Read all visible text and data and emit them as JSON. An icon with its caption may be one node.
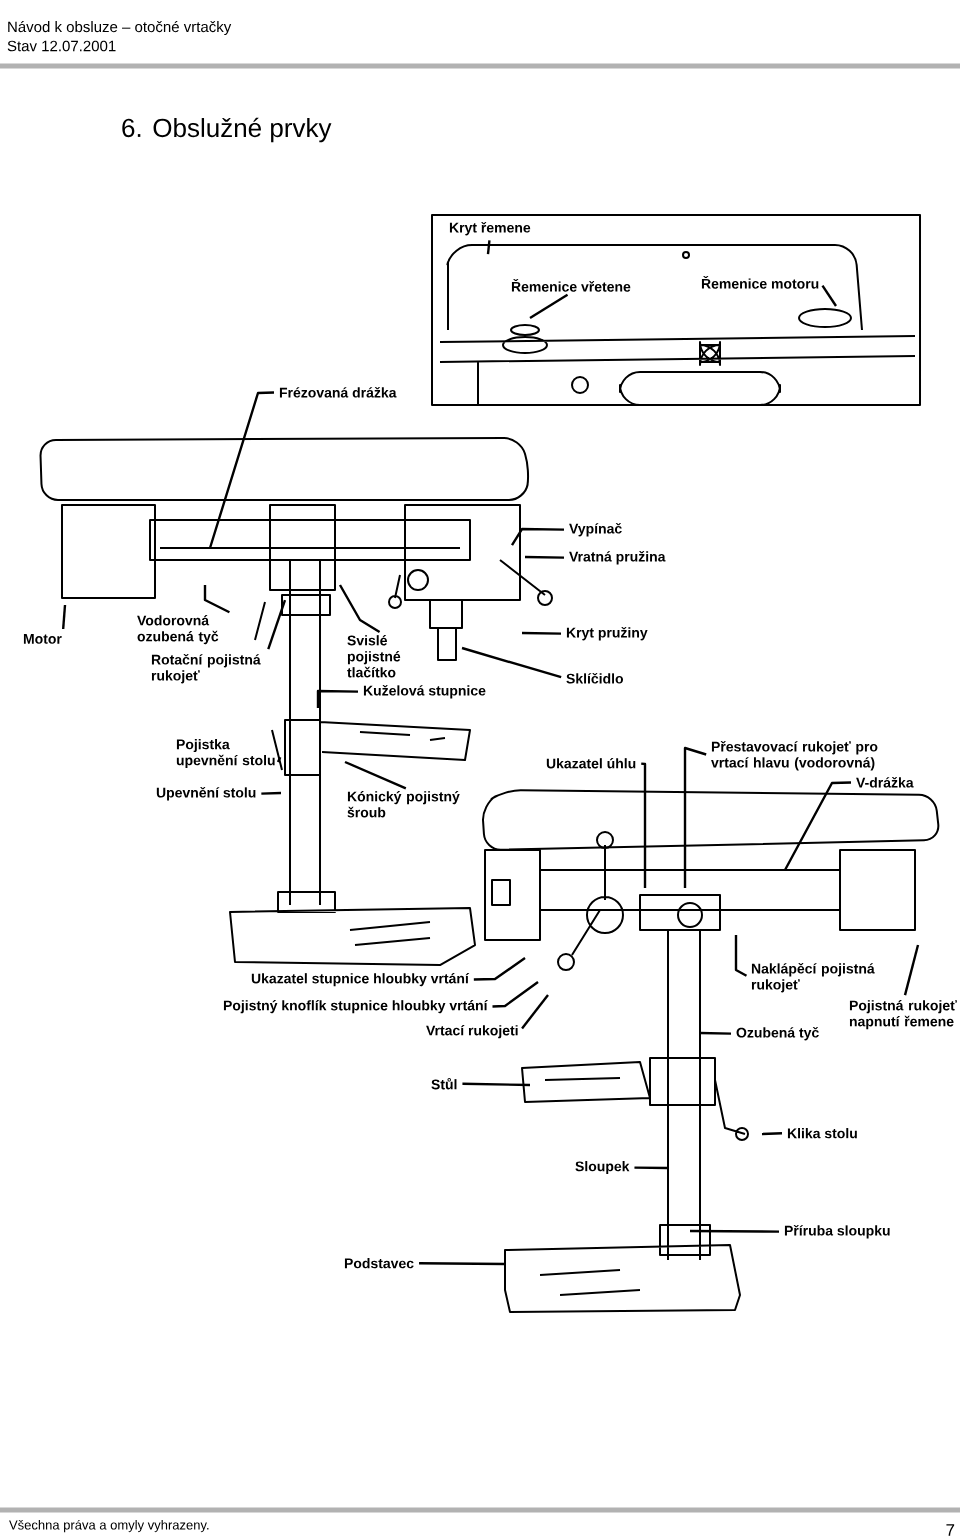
{
  "diagram": {
    "title": "6.  Obslužné prvky",
    "nodes": [
      {
        "text": [
          "Kryt řemene"
        ]
      },
      {
        "text": [
          "Řemenice vřetene"
        ]
      },
      {
        "text": [
          "Řemenice motoru"
        ]
      },
      {
        "text": [
          "Frézovaná drážka"
        ]
      },
      {
        "text": [
          "Vypínač"
        ]
      },
      {
        "text": [
          "Vratná pružina"
        ]
      },
      {
        "text": [
          "Motor"
        ]
      },
      {
        "text": [
          "Vodorovná ozubená tyč"
        ]
      },
      {
        "text": [
          "Rotační pojistná rukojeť"
        ]
      },
      {
        "text": [
          "Svislé pojistné tlačítko"
        ]
      },
      {
        "text": [
          "Kuželová stupnice"
        ]
      },
      {
        "text": [
          "Kryt pružiny"
        ]
      },
      {
        "text": [
          "Sklíčidlo"
        ]
      },
      {
        "text": [
          "Pojistka upevnění stolu"
        ]
      },
      {
        "text": [
          "Upevnění stolu"
        ]
      },
      {
        "text": [
          "Kónický pojistný šroub"
        ]
      },
      {
        "text": [
          "Ukazatel úhlu"
        ]
      },
      {
        "text": [
          "Přestavovací rukojeť pro vrtací hlavu (vodorovná)"
        ]
      },
      {
        "text": [
          "V-drážka"
        ]
      },
      {
        "text": [
          "Ukazatel stupnice hloubky vrtání"
        ]
      },
      {
        "text": [
          "Pojistný knoflík stupnice hloubky vrtání"
        ]
      },
      {
        "text": [
          "Vrtací rukojeti"
        ]
      },
      {
        "text": [
          "Naklápěcí pojistná rukojeť"
        ]
      },
      {
        "text": [
          "Pojistná rukojeť napnutí řemene"
        ]
      },
      {
        "text": [
          "Ozubená tyč"
        ]
      },
      {
        "text": [
          "Stůl"
        ]
      },
      {
        "text": [
          "Klika stolu"
        ]
      },
      {
        "text": [
          "Sloupek"
        ]
      },
      {
        "text": [
          "Příruba sloupku"
        ]
      },
      {
        "text": [
          "Podstavec"
        ]
      }
    ],
    "edges": [
      {
        "from": 0,
        "to": null,
        "arrow": "none"
      },
      {
        "from": 1,
        "to": null,
        "arrow": "none"
      },
      {
        "from": 2,
        "to": null,
        "arrow": "none"
      },
      {
        "from": 3,
        "to": null,
        "arrow": "none"
      },
      {
        "from": 4,
        "to": null,
        "arrow": "none"
      },
      {
        "from": 5,
        "to": null,
        "arrow": "none"
      },
      {
        "from": 6,
        "to": null,
        "arrow": "none"
      },
      {
        "from": 7,
        "to": null,
        "arrow": "none"
      },
      {
        "from": 8,
        "to": null,
        "arrow": "none"
      },
      {
        "from": 9,
        "to": null,
        "arrow": "none"
      },
      {
        "from": 10,
        "to": null,
        "arrow": "none"
      },
      {
        "from": 11,
        "to": null,
        "arrow": "none"
      },
      {
        "from": 12,
        "to": null,
        "arrow": "none"
      },
      {
        "from": 13,
        "to": null,
        "arrow": "none"
      },
      {
        "from": 14,
        "to": null,
        "arrow": "none"
      },
      {
        "from": 15,
        "to": null,
        "arrow": "none"
      },
      {
        "from": 16,
        "to": null,
        "arrow": "none"
      },
      {
        "from": 17,
        "to": null,
        "arrow": "none"
      },
      {
        "from": 18,
        "to": null,
        "arrow": "none"
      },
      {
        "from": 19,
        "to": null,
        "arrow": "none"
      },
      {
        "from": 20,
        "to": null,
        "arrow": "none"
      },
      {
        "from": 21,
        "to": null,
        "arrow": "none"
      },
      {
        "from": 22,
        "to": null,
        "arrow": "none"
      },
      {
        "from": 23,
        "to": null,
        "arrow": "none"
      },
      {
        "from": 24,
        "to": null,
        "arrow": "none"
      },
      {
        "from": 25,
        "to": null,
        "arrow": "none"
      },
      {
        "from": 26,
        "to": null,
        "arrow": "none"
      },
      {
        "from": 27,
        "to": null,
        "arrow": "none"
      },
      {
        "from": 28,
        "to": null,
        "arrow": "none"
      },
      {
        "from": 29,
        "to": null,
        "arrow": "none"
      }
    ],
    "labels": [
      "Návod k obsluze – otočné vrtačky",
      "Stav 12.07.2001",
      "Všechna práva a omyly vyhrazeny.",
      "7"
    ]
  }
}
